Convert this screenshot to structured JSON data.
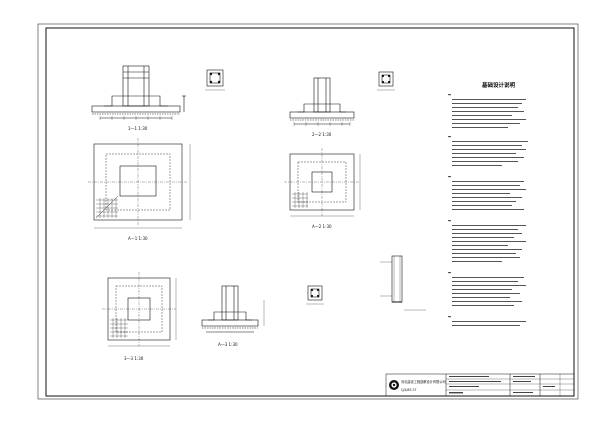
{
  "drawing": {
    "notes_title": "基础设计说明",
    "views": [
      {
        "id": "v1",
        "label": "1—1  1:30"
      },
      {
        "id": "v2",
        "label": "2—2  1:30"
      },
      {
        "id": "v3",
        "label": "A—1  1:30"
      },
      {
        "id": "v4",
        "label": "A—2  1:30"
      },
      {
        "id": "v5",
        "label": "3—3  1:30"
      },
      {
        "id": "v6",
        "label": "A—3  1:30"
      }
    ],
    "title_block": {
      "company": "河北建设工程勘察设计有限公司",
      "project_code": "Q/JL89-37"
    }
  }
}
